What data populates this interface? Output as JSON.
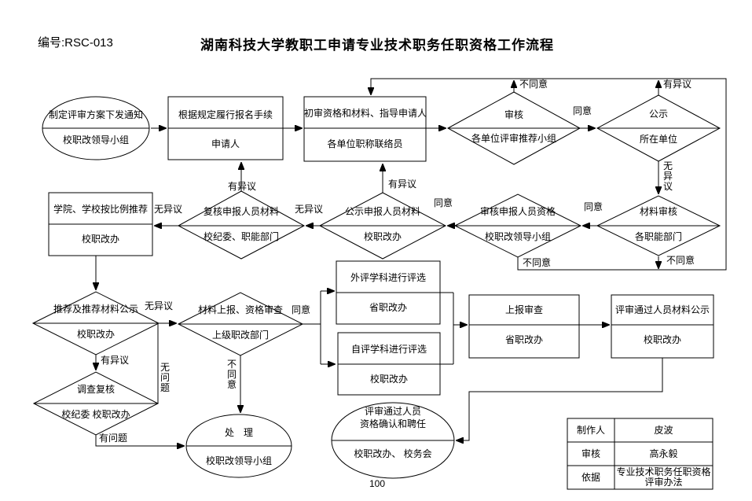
{
  "header": {
    "code": "编号:RSC-013",
    "title": "湖南科技大学教职工申请专业技术职务任职资格工作流程"
  },
  "nodes": {
    "plan": {
      "line1": "制定评审方案下发通知",
      "line2": "校职改领导小组"
    },
    "apply": {
      "line1": "根据规定履行报名手续",
      "line2": "申请人"
    },
    "initial_review": {
      "line1": "初审资格和材料、指导申请人",
      "line2": "各单位职称联络员"
    },
    "unit_review": {
      "line1": "审核",
      "line2": "各单位评审推荐小组"
    },
    "unit_publicity": {
      "line1": "公示",
      "line2": "所在单位"
    },
    "material_review": {
      "line1": "材料审核",
      "line2": "各职能部门"
    },
    "college_recommend": {
      "line1": "学院、学校按比例推荐",
      "line2": "校职改办"
    },
    "recheck_materials": {
      "line1": "复核申报人员材料",
      "line2": "校纪委、职能部门"
    },
    "publicize_materials": {
      "line1": "公示申报人员材料",
      "line2": "校职改办"
    },
    "review_qualification": {
      "line1": "审核申报人员资格",
      "line2": "校职改领导小组"
    },
    "recommend_publicity": {
      "line1": "推荐及推荐材料公示",
      "line2": "校职改办"
    },
    "report_and_check": {
      "line1": "材料上报、资格审查",
      "line2": "上级职改部门"
    },
    "investigate": {
      "line1": "调查复核",
      "line2": "校纪委 校职改办"
    },
    "external_eval": {
      "line1": "外评学科进行评选",
      "line2": "省职改办"
    },
    "self_eval": {
      "line1": "自评学科进行评选",
      "line2": "校职改办"
    },
    "report_review": {
      "line1": "上报审查",
      "line2": "省职改办"
    },
    "passed_publicity": {
      "line1": "评审通过人员材料公示",
      "line2": "校职改办"
    },
    "handle": {
      "line1": "处　理",
      "line2": "校职改领导小组"
    },
    "confirm": {
      "line1": "评审通过人员",
      "line2": "资格确认和聘任",
      "line3": "校职改办、 校务会"
    }
  },
  "labels": {
    "disagree": "不同意",
    "objection": "有异议",
    "agree": "同意",
    "no_objection": "无异议",
    "no_problem": "无问题",
    "problem": "有问题"
  },
  "page_number": "100",
  "info_table": {
    "rows": [
      {
        "label": "制作人",
        "value": "皮波"
      },
      {
        "label": "审核",
        "value": "高永毅"
      },
      {
        "label": "依据",
        "value": "专业技术职务任职资格评审办法"
      }
    ]
  }
}
